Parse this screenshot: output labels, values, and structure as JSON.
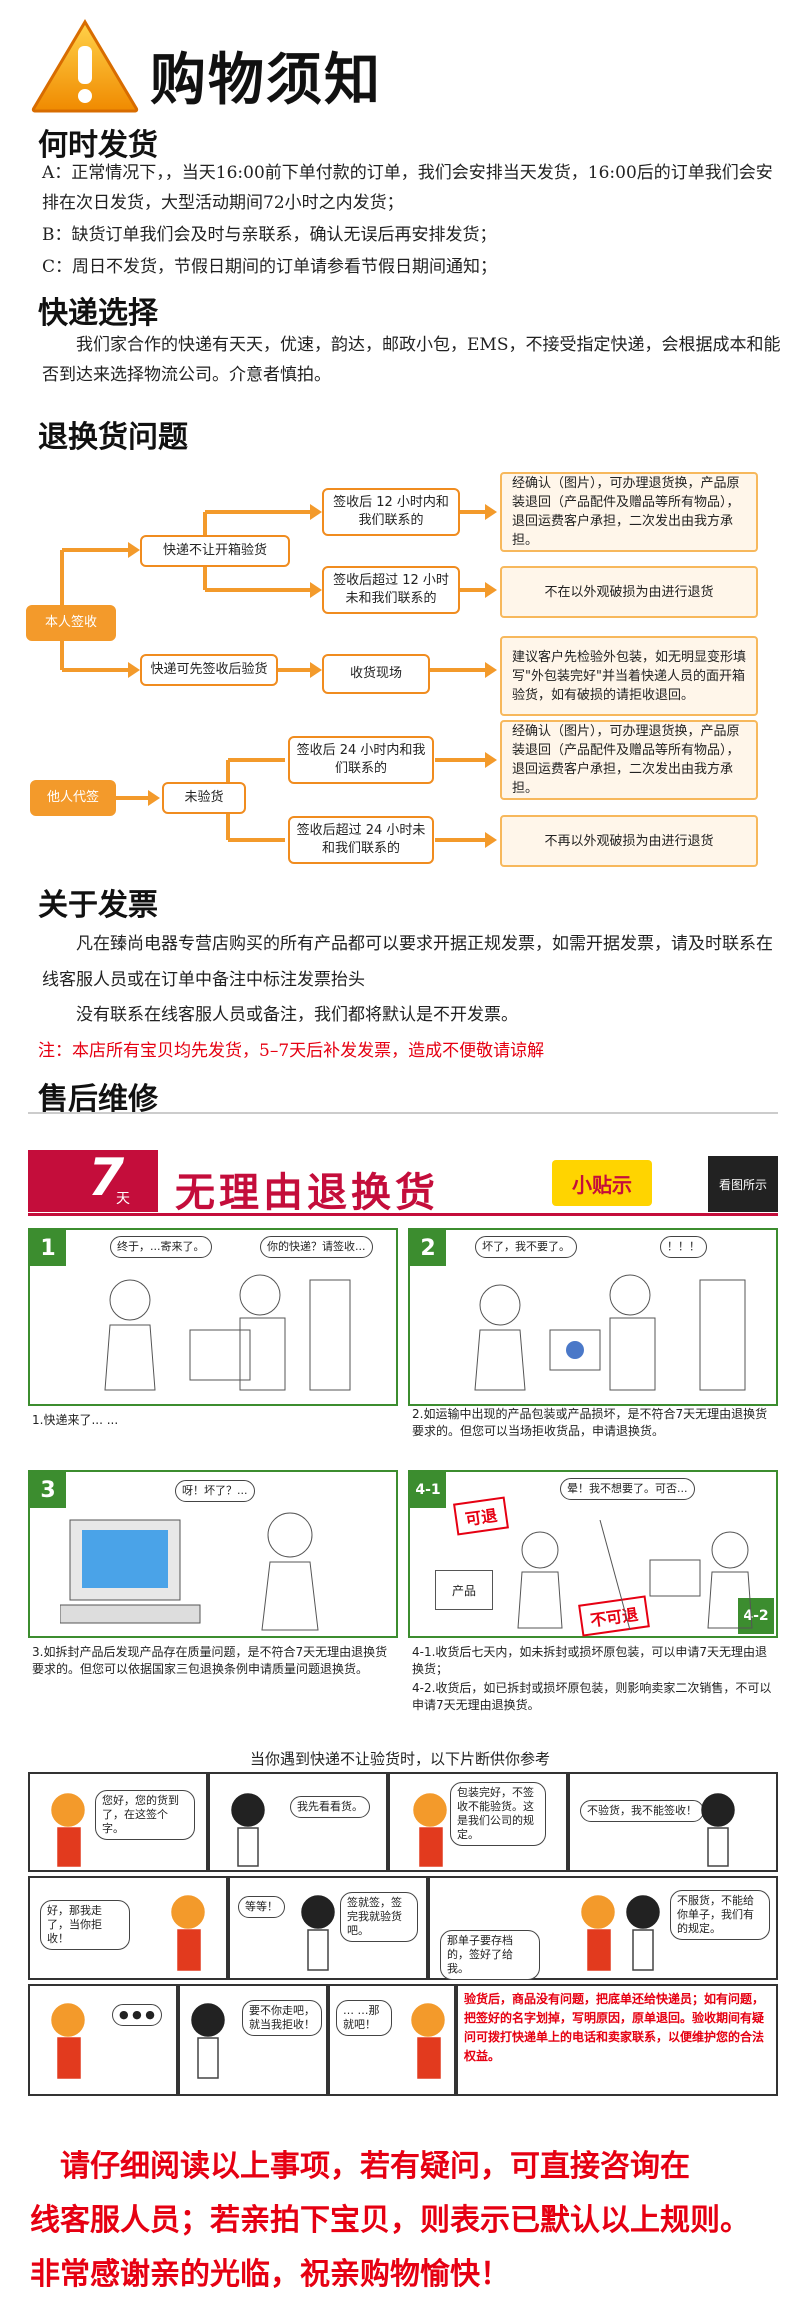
{
  "header": {
    "title": "购物须知"
  },
  "shipping": {
    "heading": "何时发货",
    "a": "A：正常情况下，，当天16:00前下单付款的订单，我们会安排当天发货，16:00后的订单我们会安排在次日发货，大型活动期间72小时之内发货；",
    "b": "B：缺货订单我们会及时与亲联系，确认无误后再安排发货；",
    "c": "C：周日不发货，节假日期间的订单请参看节假日期间通知；"
  },
  "courier": {
    "heading": "快递选择",
    "text": "我们家合作的快递有天天，优速，韵达，邮政小包，EMS，不接受指定快递，会根据成本和能否到达来选择物流公司。介意者慎拍。"
  },
  "returns": {
    "heading": "退换货问题",
    "self": "本人签收",
    "no_open": "快递不让开箱验货",
    "can_open": "快递可先签收后验货",
    "within12": "签收后 12 小时内和我们联系的",
    "over12": "签收后超过 12 小时未和我们联系的",
    "onsite": "收货现场",
    "result_ok": "经确认（图片），可办理退货换，产品原装退回（产品配件及赠品等所有物品），退回运费客户承担，二次发出由我方承担。",
    "result_no": "不在以外观破损为由进行退货",
    "advice": "建议客户先检验外包装，如无明显变形填写\"外包装完好\"并当着快递人员的面开箱验货，如有破损的请拒收退回。",
    "proxy": "他人代签",
    "unchecked": "未验货",
    "within24": "签收后 24 小时内和我们联系的",
    "over24": "签收后超过 24 小时未和我们联系的",
    "result_ok2": "经确认（图片），可办理退货换，产品原装退回（产品配件及赠品等所有物品），退回运费客户承担，二次发出由我方承担。",
    "result_no2": "不再以外观破损为由进行退货"
  },
  "invoice": {
    "heading": "关于发票",
    "p1": "凡在臻尚电器专营店购买的所有产品都可以要求开据正规发票，如需开据发票，请及时联系在线客服人员或在订单中备注中标注发票抬头",
    "p2": "没有联系在线客服人员或备注，我们都将默认是不开发票。",
    "note": "注：本店所有宝贝均先发货，5–7天后补发发票，造成不便敬请谅解"
  },
  "aftersale": {
    "heading": "售后维修",
    "banner_days": "7",
    "banner_day_unit": "天",
    "banner_text": "无理由退换货",
    "tips": "小贴示",
    "look": "看图所示",
    "panels": [
      {
        "num": "1",
        "b1": "终于，...寄来了。",
        "b2": "你的快递？请签收...",
        "cap": "1.快递来了... ..."
      },
      {
        "num": "2",
        "b1": "坏了，我不要了。",
        "b2": "！！！",
        "cap": "2.如运输中出现的产品包装或产品损坏，是不符合7天无理由退换货要求的。但您可以当场拒收货品，申请退换货。"
      },
      {
        "num": "3",
        "b1": "呀！坏了？...",
        "cap": "3.如拆封产品后发现产品存在质量问题，是不符合7天无理由退换货要求的。但您可以依据国家三包退换条例申请质量问题退换货。"
      },
      {
        "num": "4-1",
        "num2": "4-2",
        "b1": "晕！我不想要了。可否...",
        "stamp1": "可退",
        "stamp2": "不可退",
        "product": "产品",
        "cap1": "4-1.收货后七天内，如未拆封或损坏原包装，可以申请7天无理由退换货；",
        "cap2": "4-2.收货后，如已拆封或损坏原包装，则影响卖家二次销售，不可以申请7天无理由退换货。"
      }
    ]
  },
  "strip": {
    "title": "当你遇到快递不让验货时，以下片断供你参考",
    "r1": [
      "您好，您的货到了，在这签个字。",
      "我先看看货。",
      "包装完好，不签收不能验货。这是我们公司的规定。",
      "不验货，我不能签收！"
    ],
    "r2": [
      "好，那我走了，当你拒收！",
      "等等！",
      "签就签，签完我就验货吧。",
      "那单子要存档的，签好了给我。",
      "不服货，不能给你单子，我们有的规定。"
    ],
    "r3": [
      "● ● ●",
      "要不你走吧，就当我拒收！",
      "… …那就吧！",
      "验货后，商品没有问题，把底单还给快递员；如有问题，把签好的名字划掉，写明原因，原单退回。验收期间有疑问可拨打快递单上的电话和卖家联系，以便维护您的合法权益。"
    ]
  },
  "closing": {
    "l1": "请仔细阅读以上事项，若有疑问，可直接咨询在",
    "l2": "线客服人员；若亲拍下宝贝，则表示已默认以上规则。",
    "l3": "非常感谢亲的光临，祝亲购物愉快！"
  },
  "colors": {
    "orange": "#f39a2b",
    "red": "#e60012",
    "green": "#3c8d2f",
    "crimson": "#c40d3b"
  }
}
